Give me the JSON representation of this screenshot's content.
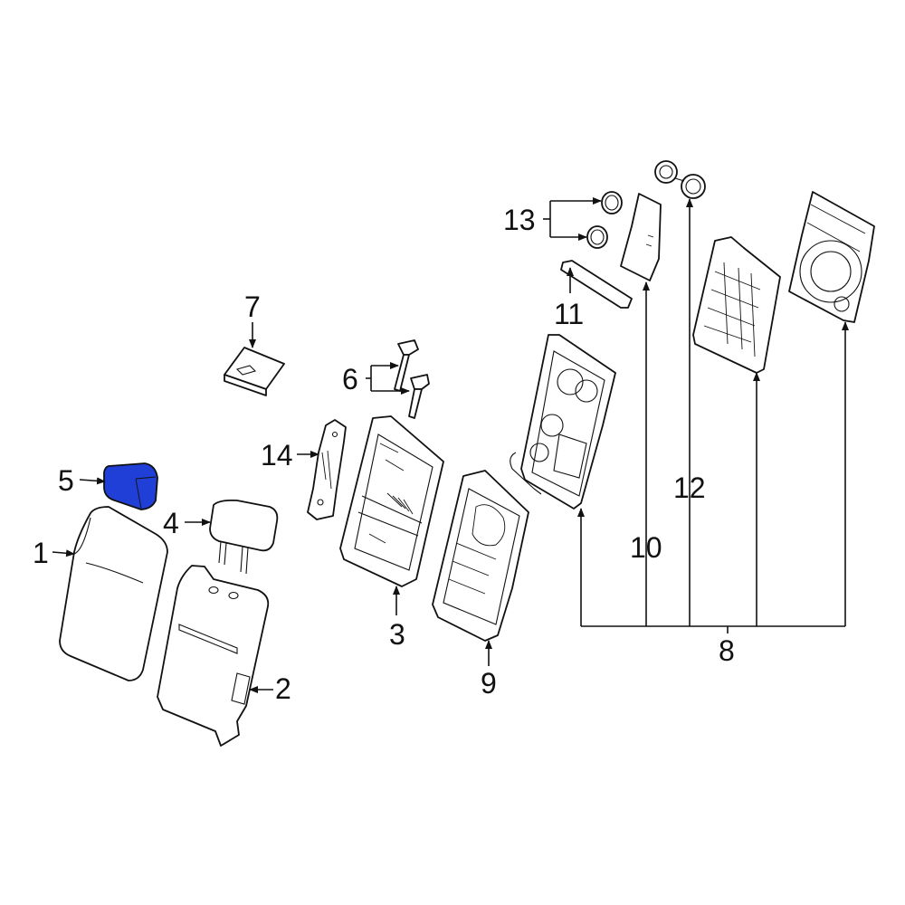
{
  "diagram": {
    "highlight_color": "#1f3fd6",
    "line_color": "#111111",
    "background": "#ffffff",
    "highlighted_part": "5",
    "callouts": [
      {
        "id": "1",
        "label": "1"
      },
      {
        "id": "2",
        "label": "2"
      },
      {
        "id": "3",
        "label": "3"
      },
      {
        "id": "4",
        "label": "4"
      },
      {
        "id": "5",
        "label": "5"
      },
      {
        "id": "6",
        "label": "6"
      },
      {
        "id": "7",
        "label": "7"
      },
      {
        "id": "8",
        "label": "8"
      },
      {
        "id": "9",
        "label": "9"
      },
      {
        "id": "10",
        "label": "10"
      },
      {
        "id": "11",
        "label": "11"
      },
      {
        "id": "12",
        "label": "12"
      },
      {
        "id": "13",
        "label": "13"
      },
      {
        "id": "14",
        "label": "14"
      }
    ]
  }
}
